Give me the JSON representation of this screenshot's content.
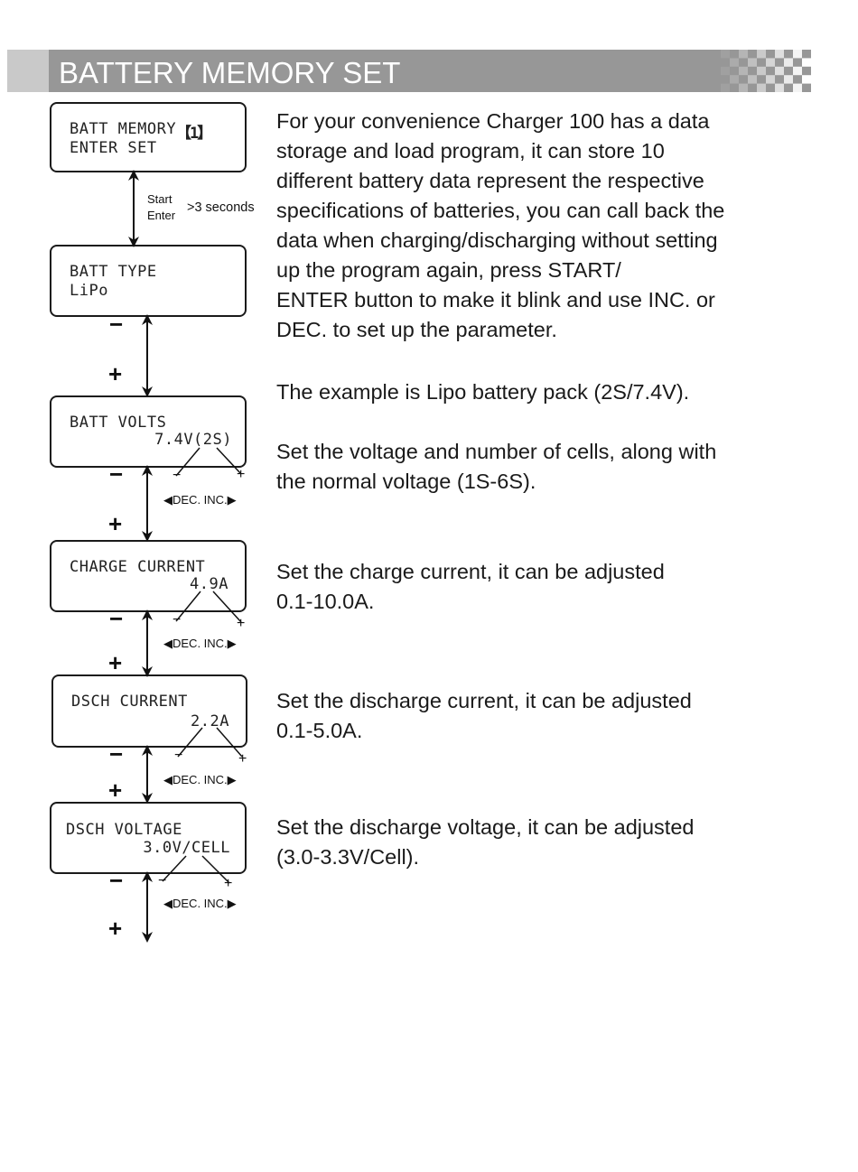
{
  "header": {
    "title": "BATTERY MEMORY SET"
  },
  "screens": [
    {
      "line1": "BATT MEMORY",
      "bracket": "【1】",
      "line2": "ENTER SET"
    },
    {
      "line1": "BATT TYPE",
      "line2": "LiPo"
    },
    {
      "line1": "BATT VOLTS",
      "line2": "7.4V(2S)"
    },
    {
      "line1": "CHARGE CURRENT",
      "line2": "4.9A"
    },
    {
      "line1": "DSCH CURRENT",
      "line2": "2.2A"
    },
    {
      "line1": "DSCH VOLTAGE",
      "line2": "3.0V/CELL"
    }
  ],
  "transitions": {
    "start_enter_line1": "Start",
    "start_enter_line2": "Enter",
    "duration": ">3 seconds",
    "minus": "−",
    "plus": "+",
    "dec_inc": "◀DEC.  INC.▶"
  },
  "descriptions": {
    "intro": [
      "For your convenience Charger 100 has a data",
      "storage and load program, it can store 10",
      "different battery data represent the respective",
      "specifications of batteries, you can call back the",
      "data when charging/discharging without setting",
      "up the program again, press START/",
      "ENTER button to make it blink and use INC. or",
      "DEC. to set up the parameter."
    ],
    "example": "The example is Lipo battery pack (2S/7.4V).",
    "volts": [
      "Set the voltage and number of cells, along with",
      "the normal voltage (1S-6S)."
    ],
    "charge": [
      "Set the charge current, it can be adjusted",
      "0.1-10.0A."
    ],
    "dsch_current": [
      "Set the discharge current, it can be adjusted",
      "0.1-5.0A."
    ],
    "dsch_voltage": [
      "Set the discharge voltage, it can be adjusted",
      "(3.0-3.3V/Cell)."
    ]
  }
}
